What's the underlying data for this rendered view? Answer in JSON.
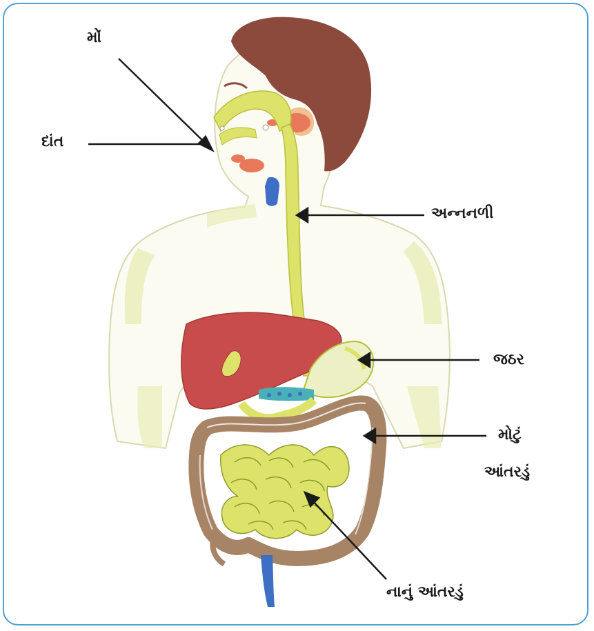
{
  "labels": {
    "mouth": "મોં",
    "teeth": "દાંત",
    "esophagus": "અન્નનળી",
    "stomach": "જઠર",
    "large_intestine_line1": "મોટું",
    "large_intestine_line2": "આંતરડું",
    "small_intestine": "નાનું આંતરડું"
  },
  "colors": {
    "frame": "#4a9fd4",
    "hair": "#8b4a3c",
    "body_tint": "#e9edb8",
    "digestive_tract": "#dde36a",
    "liver": "#c94c4c",
    "large_intestine": "#a88466",
    "vessels": "#3d6fc4",
    "glands": "#e8785a"
  }
}
